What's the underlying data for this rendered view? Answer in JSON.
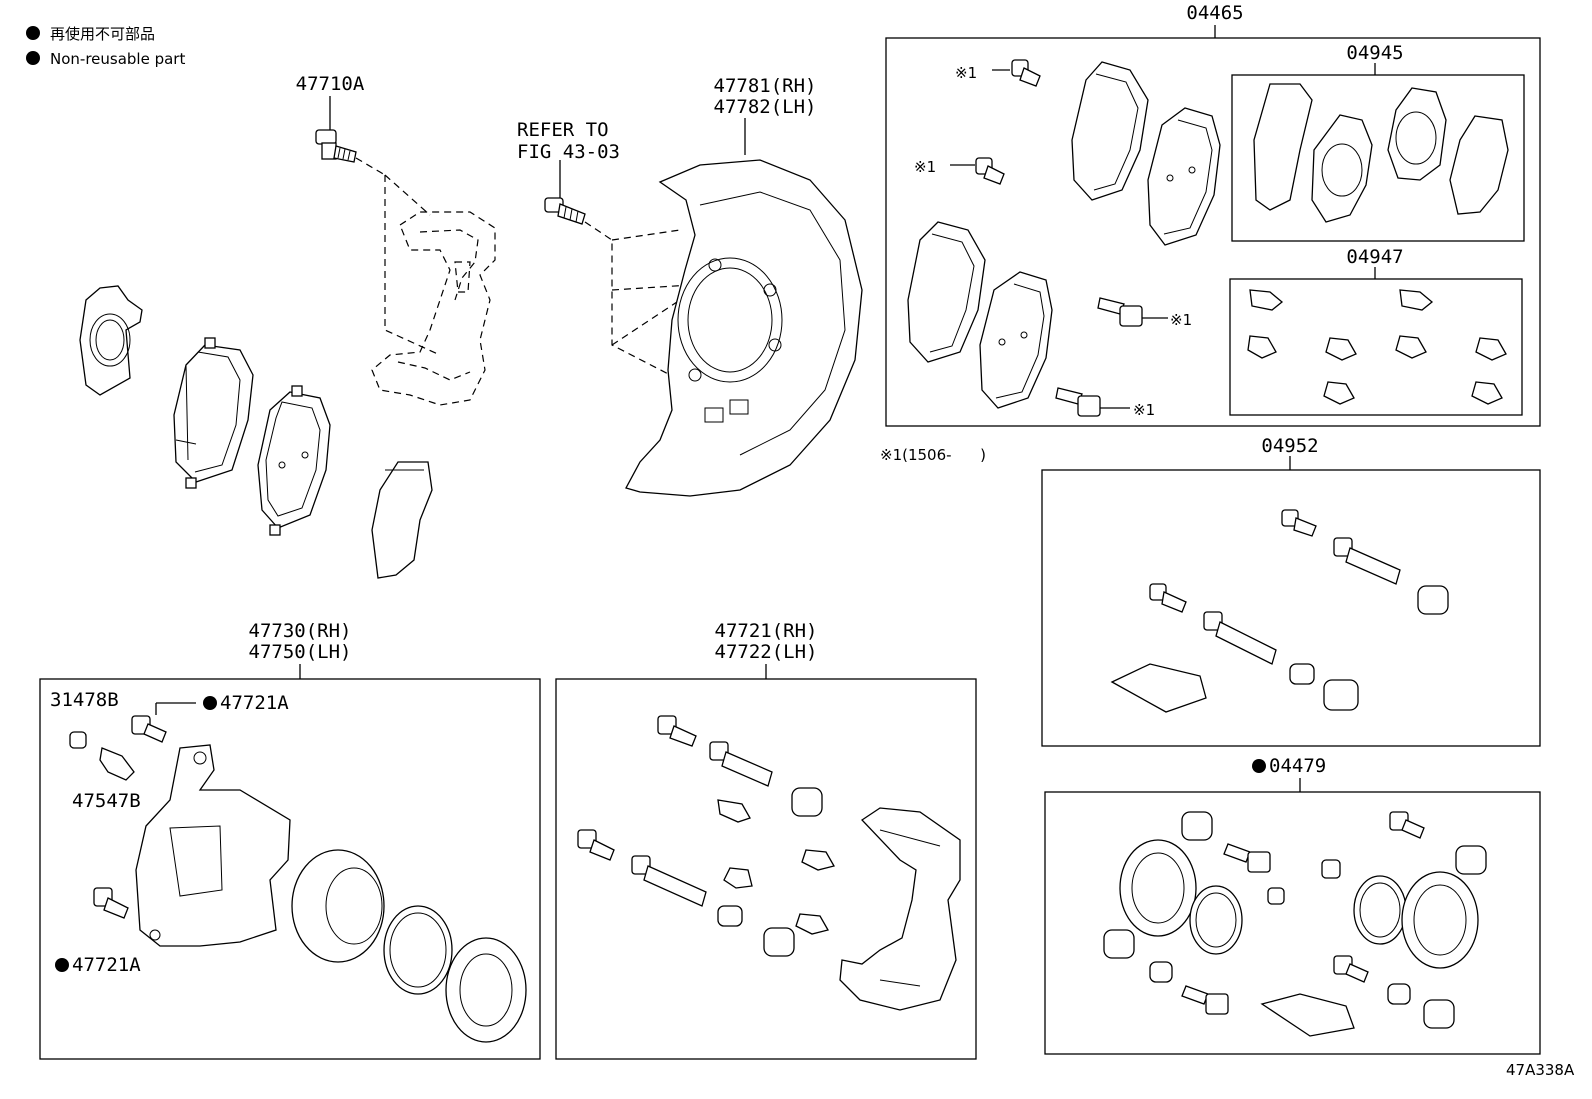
{
  "legend": {
    "line_jp": "再使用不可部品",
    "line_en": "Non-reusable part"
  },
  "labels": {
    "p47710A": "47710A",
    "refer_1": "REFER TO",
    "refer_2": "FIG 43-03",
    "p47781": "47781(RH)",
    "p47782": "47782(LH)",
    "p04465": "04465",
    "p04945": "04945",
    "p04947": "04947",
    "p04952": "04952",
    "p04479": "04479",
    "note_x1_a": "※1",
    "note_x1_b": "※1",
    "note_x1_c": "※1",
    "note_x1_d": "※1",
    "note_x1_range": "※1(1506-      )",
    "p47730": "47730(RH)",
    "p47750": "47750(LH)",
    "p47721_rh": "47721(RH)",
    "p47722_lh": "47722(LH)",
    "p31478B": "31478B",
    "p47721A_top": "47721A",
    "p47547B": "47547B",
    "p47721A_bottom": "47721A",
    "figure_code": "47A338A"
  }
}
